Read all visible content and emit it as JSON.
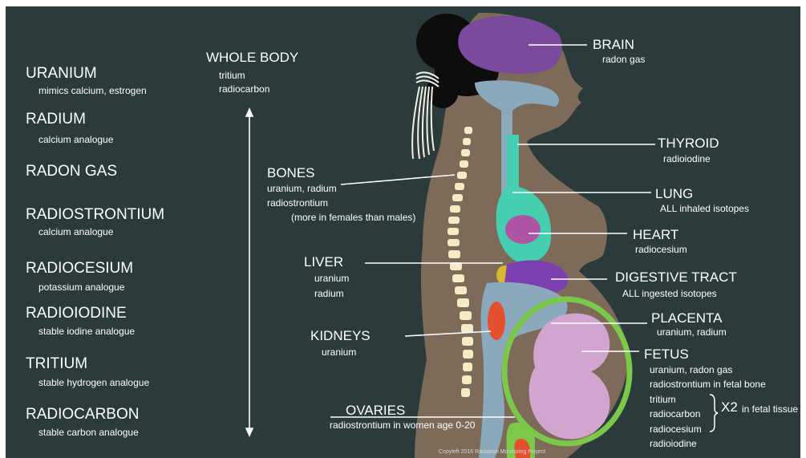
{
  "isotopes": [
    {
      "name": "URANIUM",
      "desc": "mimics calcium, estrogen"
    },
    {
      "name": "RADIUM",
      "desc": "calcium analogue"
    },
    {
      "name": "RADON GAS",
      "desc": ""
    },
    {
      "name": "RADIOSTRONTIUM",
      "desc": "calcium analogue"
    },
    {
      "name": "RADIOCESIUM",
      "desc": "potassium analogue"
    },
    {
      "name": "RADIOIODINE",
      "desc": "stable iodine analogue"
    },
    {
      "name": "TRITIUM",
      "desc": "stable hydrogen analogue"
    },
    {
      "name": "RADIOCARBON",
      "desc": "stable carbon analogue"
    }
  ],
  "whole_body": {
    "title": "WHOLE BODY",
    "lines": [
      "tritium",
      "radiocarbon"
    ]
  },
  "organs": {
    "brain": {
      "title": "BRAIN",
      "lines": [
        "radon gas"
      ]
    },
    "thyroid": {
      "title": "THYROID",
      "lines": [
        "radioiodine"
      ]
    },
    "lung": {
      "title": "LUNG",
      "lines": [
        "ALL inhaled isotopes"
      ]
    },
    "heart": {
      "title": "HEART",
      "lines": [
        "radiocesium"
      ]
    },
    "digestive": {
      "title": "DIGESTIVE TRACT",
      "lines": [
        "ALL ingested isotopes"
      ]
    },
    "placenta": {
      "title": "PLACENTA",
      "lines": [
        "uranium, radium"
      ]
    },
    "fetus": {
      "title": "FETUS",
      "lines": [
        "uranium, radon gas",
        "radiostrontium in fetal bone",
        "tritium",
        "radiocarbon",
        "radiocesium",
        "radioiodine"
      ],
      "bracket_note": "X2",
      "bracket_suffix": "in fetal tissue"
    },
    "bones": {
      "title": "BONES",
      "lines": [
        "uranium, radium",
        "radiostrontium",
        "(more in females than males)"
      ]
    },
    "liver": {
      "title": "LIVER",
      "lines": [
        "uranium",
        "radium"
      ]
    },
    "kidneys": {
      "title": "KIDNEYS",
      "lines": [
        "uranium"
      ]
    },
    "ovaries": {
      "title": "OVARIES",
      "lines": [
        "radiostrontium in women age 0-20"
      ]
    }
  },
  "credit": "Copyleft 2016 Radiation Monitoring Project",
  "colors": {
    "background": "#2b3a3b",
    "skin": "#7d6a58",
    "brain": "#7b4a9c",
    "airway": "#8aa9bd",
    "thyroid_lung": "#45cfb0",
    "heart": "#b055a6",
    "digestive": "#7b3fb0",
    "kidney": "#e4502e",
    "liver": "#d8b830",
    "spine": "#f4ecc4",
    "placenta": "#7bc84a",
    "fetus": "#d2a4d0",
    "hair": "#0d0d0d",
    "hair_wrap": "#f2efe6"
  }
}
